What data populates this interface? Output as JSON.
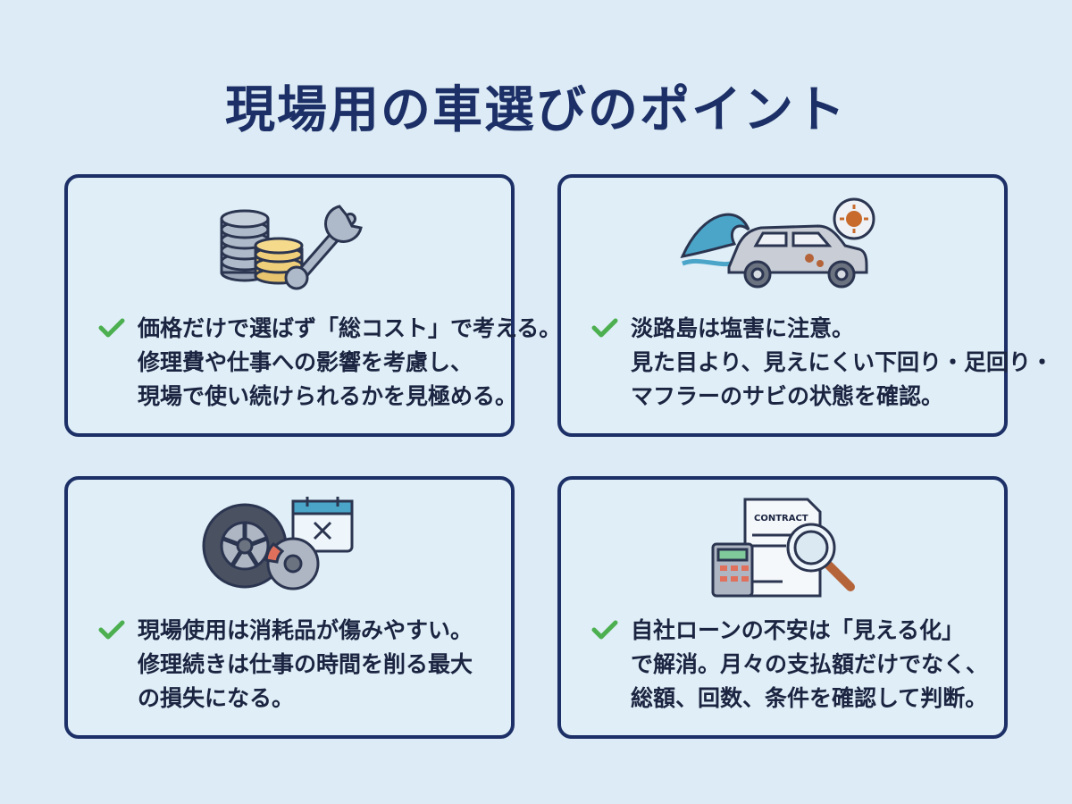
{
  "title": "現場用の車選びのポイント",
  "colors": {
    "frame": "#1c2f66",
    "check": "#4caf50",
    "background": "#dcebf5"
  },
  "cards": [
    {
      "icon": "coins-and-wrench-icon",
      "lines": [
        "価格だけで選ばず「総コスト」で考える。",
        "修理費や仕事への影響を考慮し、",
        "現場で使い続けられるかを見極める。"
      ]
    },
    {
      "icon": "wave-rusty-car-icon",
      "lines": [
        "淡路島は塩害に注意。",
        "見た目より、見えにくい下回り・足回り・",
        "マフラーのサビの状態を確認。"
      ]
    },
    {
      "icon": "tire-brake-calendar-icon",
      "lines": [
        "現場使用は消耗品が傷みやすい。",
        "修理続きは仕事の時間を削る最大",
        "の損失になる。"
      ]
    },
    {
      "icon": "contract-calculator-magnifier-icon",
      "contract_label": "CONTRACT",
      "lines": [
        "自社ローンの不安は「見える化」",
        "で解消。月々の支払額だけでなく、",
        "総額、回数、条件を確認して判断。"
      ]
    }
  ]
}
